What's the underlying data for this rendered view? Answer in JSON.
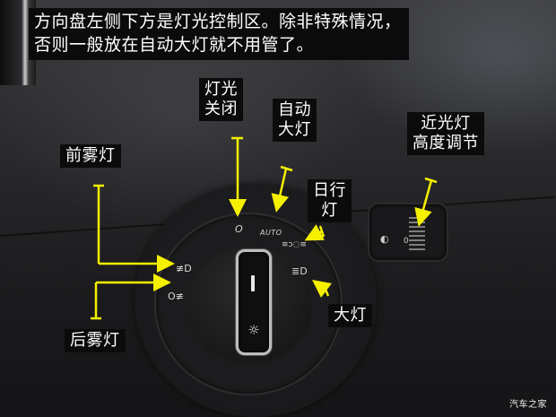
{
  "caption": {
    "line1": "方向盘左侧下方是灯光控制区。除非特殊情况，",
    "line2": "否则一般放在自动大灯就不用管了。"
  },
  "labels": {
    "lights_off": {
      "line1": "灯光",
      "line2": "关闭"
    },
    "auto_headlights": {
      "line1": "自动",
      "line2": "大灯"
    },
    "low_beam_height": {
      "line1": "近光灯",
      "line2": "高度调节"
    },
    "front_fog": "前雾灯",
    "daytime_running": {
      "line1": "日行",
      "line2": "灯"
    },
    "headlights": "大灯",
    "rear_fog": "后雾灯"
  },
  "dial_markings": {
    "off": "O",
    "auto": "AUTO",
    "drl_icon": "parking-light-icon",
    "headlight_icon": "low-beam-icon",
    "front_fog_icon": "front-fog-icon",
    "rear_fog_icon": "rear-fog-icon",
    "knob_icon": "light-sun-icon",
    "drl_glyph": "≡ↄ◌≡",
    "headlight_glyph": "≣D",
    "front_fog_glyph": "≢D",
    "rear_fog_glyph": "O≢",
    "sun_glyph": "☼"
  },
  "leveling_wheel": {
    "zero_mark": "0",
    "icon_glyph": "◐"
  },
  "annotation_color": "#f5f000",
  "watermark": "汽车之家"
}
